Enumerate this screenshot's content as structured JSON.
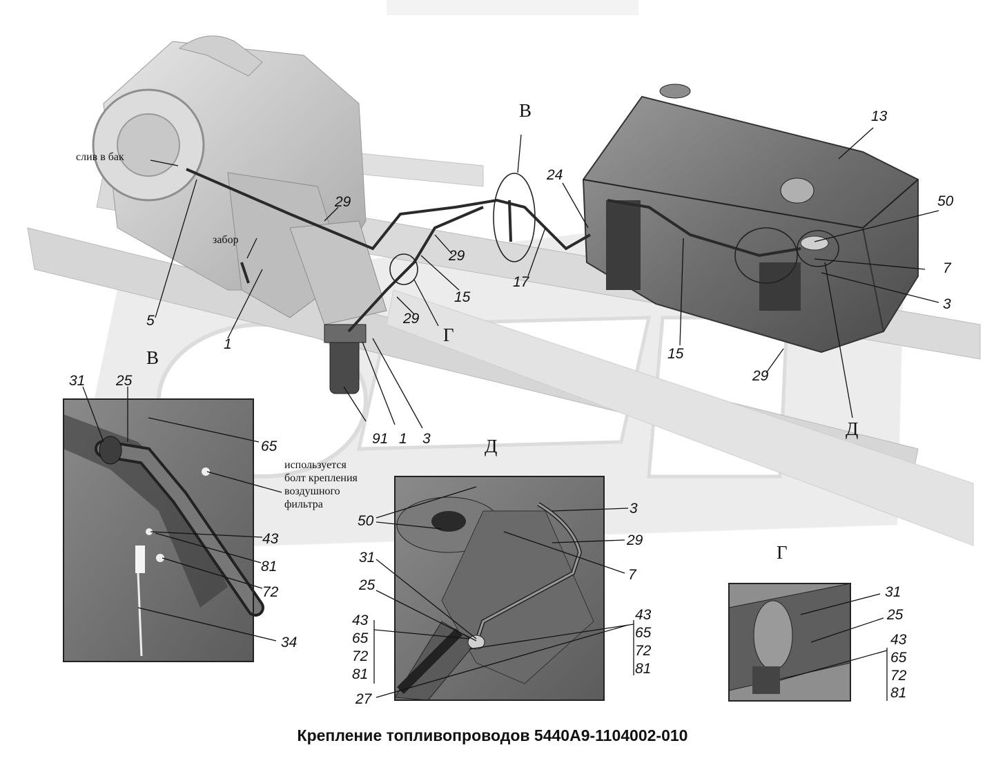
{
  "title": "Крепление топливопроводов 5440А9-1104002-010",
  "notes": {
    "drain": "слив в бак",
    "intake": "забор",
    "air_filter": [
      "используется",
      "болт крепления",
      "воздушного",
      "фильтра"
    ]
  },
  "views": {
    "v": "В",
    "g": "Г",
    "d": "Д"
  },
  "main_callouts": {
    "c13": "13",
    "c50": "50",
    "c7": "7",
    "c3a": "3",
    "c24": "24",
    "c29a": "29",
    "c29b": "29",
    "c29c": "29",
    "c29d": "29",
    "c17": "17",
    "c15a": "15",
    "c15b": "15",
    "c5": "5",
    "c1a": "1",
    "c91": "91",
    "c1b": "1",
    "c3b": "3"
  },
  "inset_v": {
    "label": "В",
    "callouts": {
      "c31": "31",
      "c25": "25",
      "c65": "65",
      "c43": "43",
      "c81": "81",
      "c72": "72",
      "c34": "34"
    }
  },
  "inset_d": {
    "label": "Д",
    "callouts": {
      "c50": "50",
      "c3": "3",
      "c29": "29",
      "c7": "7",
      "c31": "31",
      "c25": "25",
      "c27": "27"
    },
    "stack_left": [
      "43",
      "65",
      "72",
      "81"
    ],
    "stack_right": [
      "43",
      "65",
      "72",
      "81"
    ]
  },
  "inset_g": {
    "label": "Г",
    "callouts": {
      "c31": "31",
      "c25": "25"
    },
    "stack": [
      "43",
      "65",
      "72",
      "81"
    ]
  }
}
